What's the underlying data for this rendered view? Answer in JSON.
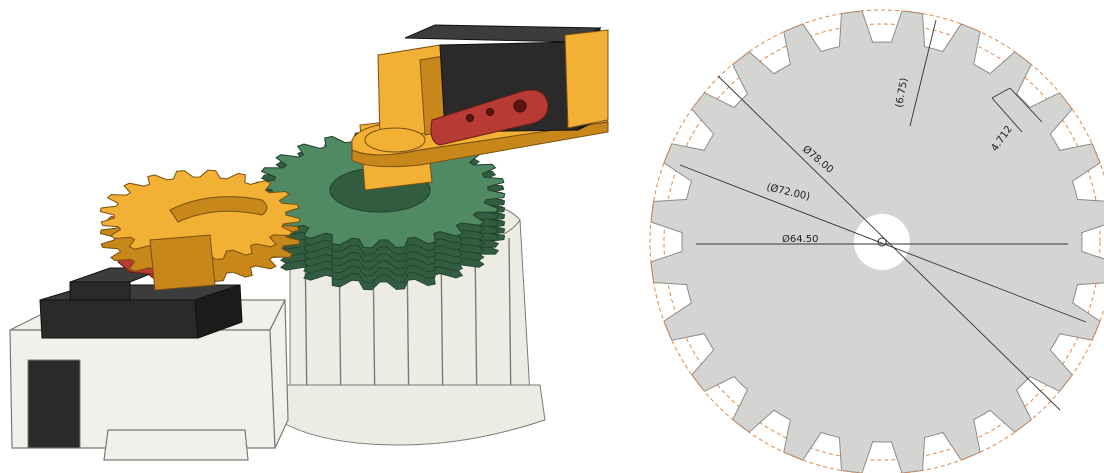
{
  "colors": {
    "gold_part": "#f2b035",
    "gold_shadow": "#c8871a",
    "green_gear": "#4f8a62",
    "green_shadow": "#325d40",
    "housing": "#ecebe4",
    "housing_line": "#7a7a74",
    "servo_body": "#2a2a2a",
    "servo_top": "#3c3c3c",
    "servo_horn": "#b83a34",
    "bracket_white": "#f1f0ea",
    "gear_fill": "#d4d4d2",
    "gear_outline": "#8c8c8c",
    "construction_circle": "#e08a4a",
    "dimension_line": "#333333"
  },
  "gear_drawing": {
    "tooth_count": 24,
    "dimensions": {
      "outer_diameter": "Ø78.00",
      "pitch_diameter": "(Ø72.00)",
      "root_diameter": "Ø64.50",
      "tooth_height": "(6.75)",
      "tooth_width": "4.712"
    }
  }
}
